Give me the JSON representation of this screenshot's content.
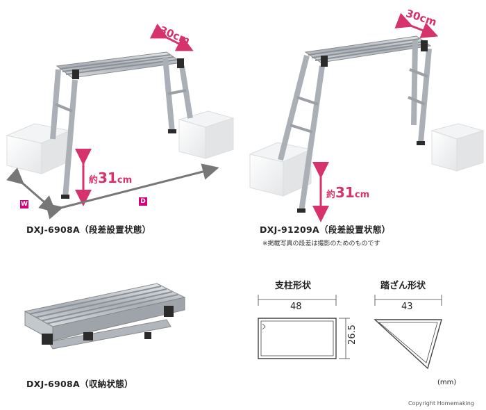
{
  "product_a": {
    "model_step": "DXJ-6908A（段差設置状態）",
    "model_folded": "DXJ-6908A（収納状態）",
    "depth_label": "30cm",
    "height_prefix": "約",
    "height_value": "31",
    "height_unit": "cm",
    "w_tag": "W",
    "d_tag": "D"
  },
  "product_b": {
    "model_step": "DXJ-91209A（段差設置状態）",
    "note": "※掲載写真の段差は撮影のためのものです",
    "depth_label": "30cm",
    "height_prefix": "約",
    "height_value": "31",
    "height_unit": "cm"
  },
  "profiles": {
    "leg": {
      "title": "支柱形状",
      "width": "48",
      "height": "26.5"
    },
    "step": {
      "title": "踏ざん形状",
      "width": "43"
    },
    "unit": "(mm)"
  },
  "copyright": "Copyright Homemaking",
  "colors": {
    "accent": "#d6336c",
    "tag": "#d6007a",
    "metal": "#b9bec4"
  }
}
